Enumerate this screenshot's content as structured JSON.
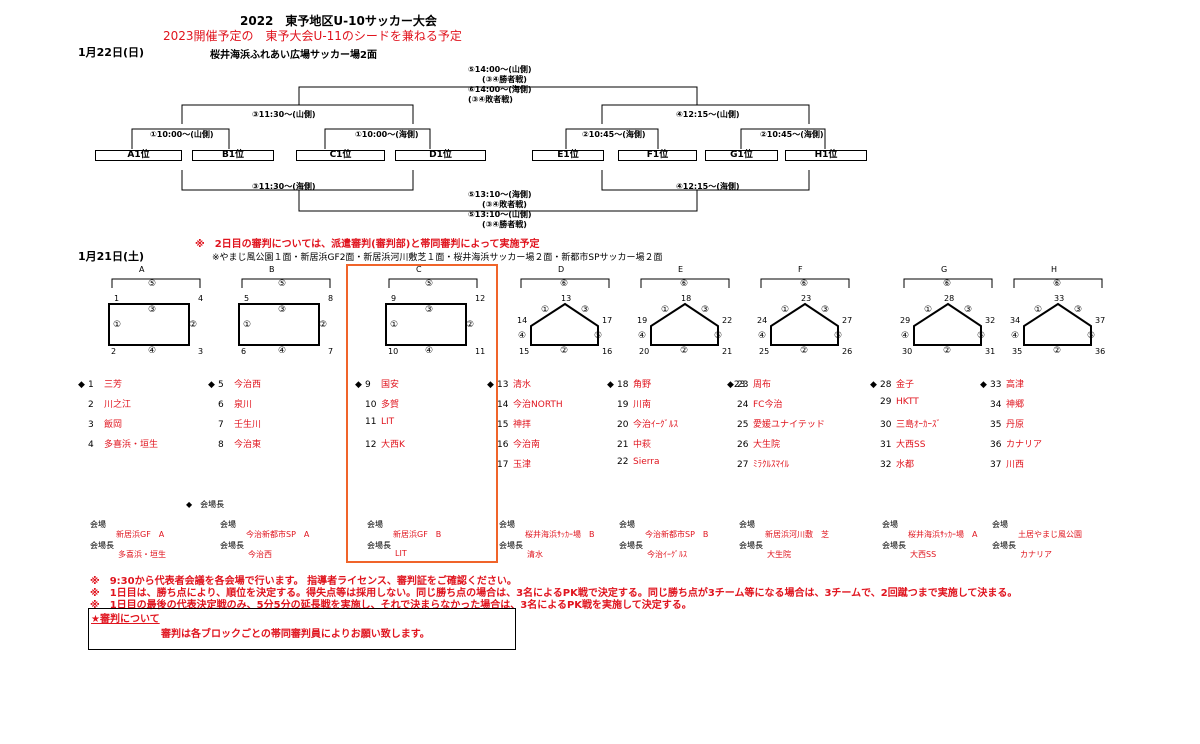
{
  "title": "2022　東予地区U-10サッカー大会",
  "subtitle": "2023開催予定の　東予大会U-11のシードを兼ねる予定",
  "day2": {
    "date": "1月22日(日)",
    "venue": "桜井海浜ふれあい広場サッカー場2面",
    "final_top": [
      "⑤14:00～(山側)",
      "(③④勝者戦)",
      "⑥14:00～(海側)",
      "(③④敗者戦)"
    ],
    "final_bottom": [
      "⑤13:10～(海側)",
      "(③④敗者戦)",
      "⑤13:10～(山側)",
      "(③④勝者戦)"
    ],
    "semi_left_top": "③11:30～(山側)",
    "semi_right_top": "④12:15～(山側)",
    "semi_left_bottom": "③11:30～(海側)",
    "semi_right_bottom": "④12:15～(海側)",
    "q1": "①10:00～(山側)",
    "q2": "①10:00～(海側)",
    "q3": "②10:45～(海側)",
    "q4": "②10:45～(海側)",
    "teams": [
      "A1位",
      "B1位",
      "C1位",
      "D1位",
      "E1位",
      "F1位",
      "G1位",
      "H1位"
    ]
  },
  "referee_note": "※　2日目の審判については、派遣審判(審判部)と帯同審判によって実施予定",
  "day1": {
    "date": "1月21日(土)",
    "venues": "※やまじ風公園１面・新居浜GF2面・新居浜河川敷芝１面・桜井海浜サッカー場２面・新都市SPサッカー場２面"
  },
  "groups": [
    {
      "name": "A",
      "corners": [
        "1",
        "4",
        "2",
        "3"
      ],
      "edges": [
        "⑤",
        "③",
        "①",
        "②",
        "④"
      ],
      "teams": [
        {
          "n": "1",
          "t": "三芳"
        },
        {
          "n": "2",
          "t": "川之江"
        },
        {
          "n": "3",
          "t": "飯岡"
        },
        {
          "n": "4",
          "t": "多喜浜・垣生"
        }
      ],
      "venue_label": "会場",
      "venue": "新居浜GF　A",
      "chief_label": "会場長",
      "chief": "多喜浜・垣生"
    },
    {
      "name": "B",
      "corners": [
        "5",
        "8",
        "6",
        "7"
      ],
      "edges": [
        "⑤",
        "③",
        "①",
        "②",
        "④"
      ],
      "teams": [
        {
          "n": "5",
          "t": "今治西"
        },
        {
          "n": "6",
          "t": "泉川"
        },
        {
          "n": "7",
          "t": "壬生川"
        },
        {
          "n": "8",
          "t": "今治東"
        }
      ],
      "venue_label": "会場",
      "venue": "今治新都市SP　A",
      "chief_label": "会場長",
      "chief": "今治西"
    },
    {
      "name": "C",
      "corners": [
        "9",
        "12",
        "10",
        "11"
      ],
      "edges": [
        "⑤",
        "③",
        "①",
        "②",
        "④"
      ],
      "teams": [
        {
          "n": "9",
          "t": "国安"
        },
        {
          "n": "10",
          "t": "多賀"
        },
        {
          "n": "11",
          "t": "LIT"
        },
        {
          "n": "12",
          "t": "大西K"
        }
      ],
      "venue_label": "会場",
      "venue": "新居浜GF　B",
      "chief_label": "会場長",
      "chief": "LIT"
    },
    {
      "name": "D",
      "corners": [
        "13",
        "14",
        "17",
        "15",
        "16"
      ],
      "edges": [
        "⑥",
        "①",
        "③",
        "④",
        "⑤",
        "②"
      ],
      "teams": [
        {
          "n": "13",
          "t": "清水"
        },
        {
          "n": "14",
          "t": "今治NORTH"
        },
        {
          "n": "15",
          "t": "神拝"
        },
        {
          "n": "16",
          "t": "今治南"
        },
        {
          "n": "17",
          "t": "玉津"
        }
      ],
      "venue_label": "会場",
      "venue": "桜井海浜ｻｯｶｰ場　B",
      "chief_label": "会場長",
      "chief": "清水"
    },
    {
      "name": "E",
      "corners": [
        "18",
        "19",
        "22",
        "20",
        "21"
      ],
      "edges": [
        "⑥",
        "①",
        "③",
        "④",
        "⑤",
        "②"
      ],
      "teams": [
        {
          "n": "18",
          "t": "角野"
        },
        {
          "n": "19",
          "t": "川南"
        },
        {
          "n": "20",
          "t": "今治ｲｰｸﾞﾙｽ"
        },
        {
          "n": "21",
          "t": "中萩"
        },
        {
          "n": "22",
          "t": "Sierra"
        }
      ],
      "venue_label": "会場",
      "venue": "今治新都市SP　B",
      "chief_label": "会場長",
      "chief": "今治ｲｰｸﾞﾙｽ"
    },
    {
      "name": "F",
      "corners": [
        "23",
        "24",
        "27",
        "25",
        "26"
      ],
      "edges": [
        "⑥",
        "①",
        "③",
        "④",
        "⑤",
        "②"
      ],
      "teams": [
        {
          "n": "23",
          "t": "周布"
        },
        {
          "n": "24",
          "t": "FC今治"
        },
        {
          "n": "25",
          "t": "愛媛ユナイテッド"
        },
        {
          "n": "26",
          "t": "大生院"
        },
        {
          "n": "27",
          "t": "ﾐﾗｸﾙｽﾏｲﾙ"
        }
      ],
      "venue_label": "会場",
      "venue": "新居浜河川敷　芝",
      "chief_label": "会場長",
      "chief": "大生院"
    },
    {
      "name": "G",
      "corners": [
        "28",
        "29",
        "32",
        "30",
        "31"
      ],
      "edges": [
        "⑥",
        "①",
        "③",
        "④",
        "⑤",
        "②"
      ],
      "teams": [
        {
          "n": "28",
          "t": "金子"
        },
        {
          "n": "29",
          "t": "HKTT"
        },
        {
          "n": "30",
          "t": "三島ｵｰｶｰｽﾞ"
        },
        {
          "n": "31",
          "t": "大西SS"
        },
        {
          "n": "32",
          "t": "水都"
        }
      ],
      "venue_label": "会場",
      "venue": "桜井海浜ｻｯｶｰ場　A",
      "chief_label": "会場長",
      "chief": "大西SS"
    },
    {
      "name": "H",
      "corners": [
        "33",
        "34",
        "37",
        "35",
        "36"
      ],
      "edges": [
        "⑥",
        "①",
        "③",
        "④",
        "⑤",
        "②"
      ],
      "teams": [
        {
          "n": "33",
          "t": "高津"
        },
        {
          "n": "34",
          "t": "神郷"
        },
        {
          "n": "35",
          "t": "丹原"
        },
        {
          "n": "36",
          "t": "カナリア"
        },
        {
          "n": "37",
          "t": "川西"
        }
      ],
      "venue_label": "会場",
      "venue": "土居やまじ風公園",
      "chief_label": "会場長",
      "chief": "カナリア"
    }
  ],
  "seed_marks": {
    "A": "◆",
    "B": "◆",
    "C": "◆",
    "D": "◆",
    "E": "◆",
    "F": "◆23",
    "G": "◆",
    "H": "◆"
  },
  "legend": "◆　会場長",
  "notes": [
    "※　9:30から代表者会議を各会場で行います。 指導者ライセンス、審判証をご確認ください。",
    "※　1日目は、勝ち点により、順位を決定する。得失点等は採用しない。同じ勝ち点の場合は、3名によるPK戦で決定する。同じ勝ち点が3チーム等になる場合は、3チームで、2回蹴つまで実施して決まる。",
    "※　1日目の最後の代表決定戦のみ、5分5分の延長戦を実施し、それで決まらなかった場合は、3名によるPK戦を実施して決定する。"
  ],
  "referee_box": {
    "title": "★審判について",
    "body": "審判は各ブロックごとの帯同審判員によりお願い致します。"
  },
  "colors": {
    "red": "#e0141e",
    "highlight": "#f0642a"
  }
}
